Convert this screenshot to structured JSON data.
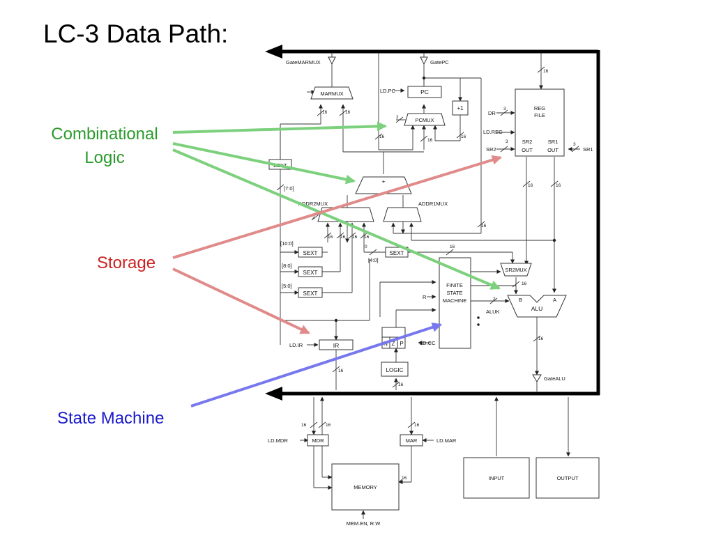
{
  "title": "LC-3 Data Path:",
  "callouts": {
    "combinational_line1": "Combinational",
    "combinational_line2": "Logic",
    "storage": "Storage",
    "state_machine": "State Machine"
  },
  "colors": {
    "combinational": "#2a9a2a",
    "combinational_arrow": "#7dd07d",
    "storage": "#cc2222",
    "storage_arrow": "#e08a8a",
    "state_machine": "#1a1acc",
    "state_machine_arrow": "#7777ee"
  },
  "diagram": {
    "gates": {
      "gate_marmux": "GateMARMUX",
      "gate_pc": "GatePC",
      "gate_alu": "GateALU"
    },
    "components": {
      "pc": "PC",
      "plus_one": "+1",
      "pcmux": "PCMUX",
      "marmux": "MARMUX",
      "zext": "ZEXT",
      "adder": "+",
      "addr2mux": "ADDR2MUX",
      "addr1mux": "ADDR1MUX",
      "sext": "SEXT",
      "reg_file_line1": "REG",
      "reg_file_line2": "FILE",
      "sr2mux": "SR2MUX",
      "alu": "ALU",
      "fsm_line1": "FINITE",
      "fsm_line2": "STATE",
      "fsm_line3": "MACHINE",
      "ir": "IR",
      "logic": "LOGIC",
      "mdr": "MDR",
      "mar": "MAR",
      "memory": "MEMORY",
      "input": "INPUT",
      "output": "OUTPUT",
      "n": "N",
      "z": "Z",
      "p": "P"
    },
    "signals": {
      "ld_pc": "LD.PC",
      "dr": "DR",
      "ld_reg": "LD.REG",
      "sr2": "SR2",
      "sr1": "SR1",
      "sr2_out_line1": "SR2",
      "sr2_out_line2": "OUT",
      "sr1_out_line1": "SR1",
      "sr1_out_line2": "OUT",
      "ld_ir": "LD.IR",
      "ld_cc": "LD.CC",
      "ld_mdr": "LD.MDR",
      "ld_mar": "LD.MAR",
      "mem_en": "MEM.EN, R.W",
      "aluk": "ALUK",
      "r": "R",
      "alu_b": "B",
      "alu_a": "A"
    },
    "bit_fields": {
      "f7_0": "[7:0]",
      "f10_0": "[10:0]",
      "f8_0": "[8:0]",
      "f5_0": "[5:0]",
      "f4_0": "[4:0]"
    },
    "widths": {
      "w16": "16",
      "w2": "2",
      "w3": "3",
      "w0": "0"
    }
  }
}
